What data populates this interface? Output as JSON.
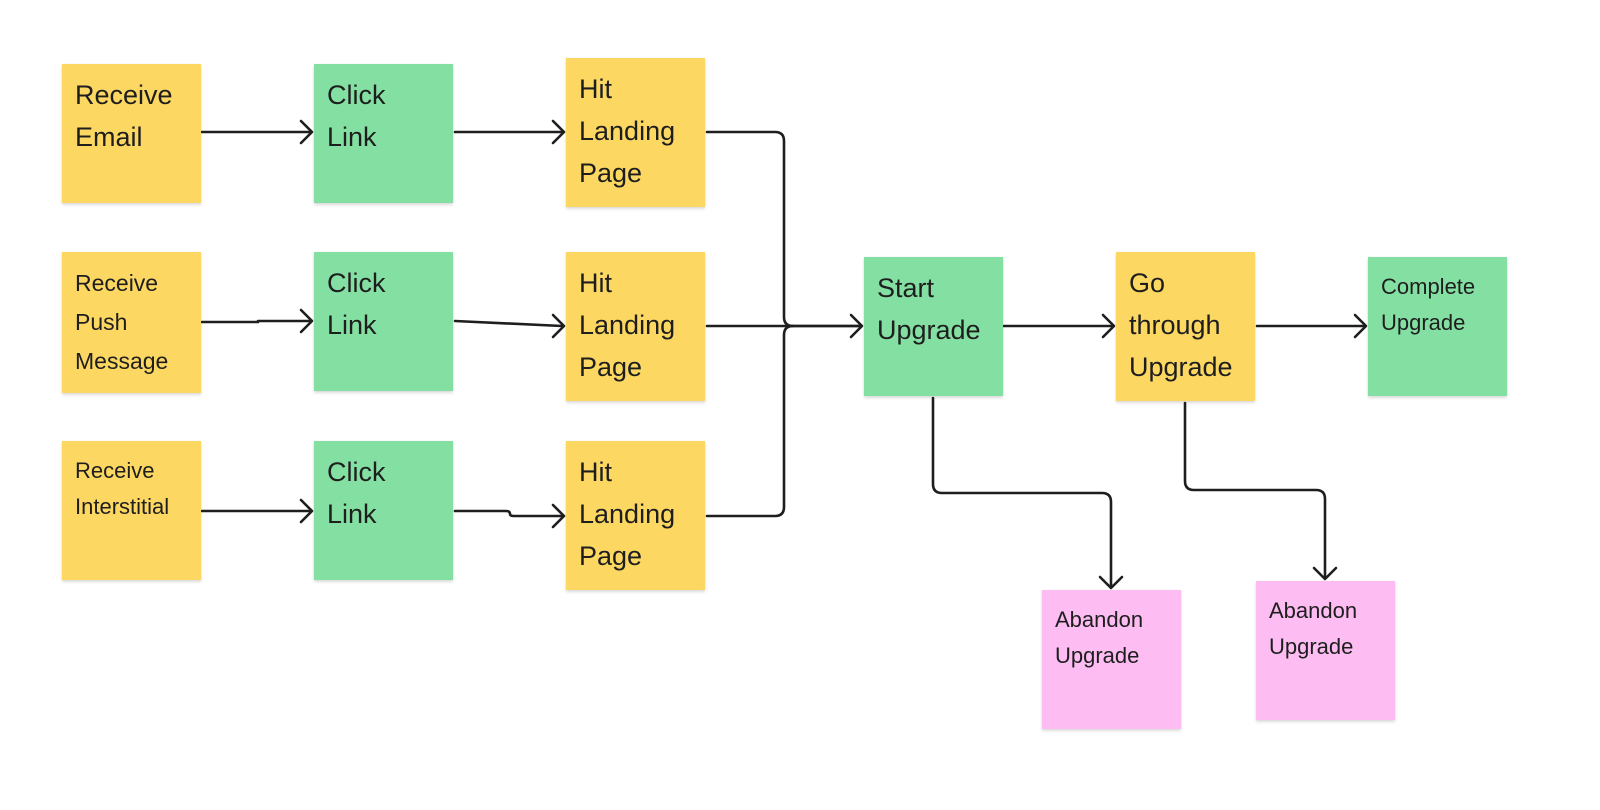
{
  "colors": {
    "yellow": "#fcd863",
    "green": "#84e0a2",
    "pink": "#fdbdf2",
    "connector": "#1e1e1e"
  },
  "notes": {
    "receive_email": "Receive\nEmail",
    "receive_push": "Receive\nPush\nMessage",
    "receive_interstitial": "Receive\nInterstitial",
    "click_link_1": "Click\nLink",
    "click_link_2": "Click\nLink",
    "click_link_3": "Click\nLink",
    "hit_landing_1": "Hit\nLanding\nPage",
    "hit_landing_2": "Hit\nLanding\nPage",
    "hit_landing_3": "Hit\nLanding\nPage",
    "start_upgrade": "Start\nUpgrade",
    "go_through_upgrade": "Go\nthrough\nUpgrade",
    "complete_upgrade": "Complete\nUpgrade",
    "abandon_upgrade_1": "Abandon\nUpgrade",
    "abandon_upgrade_2": "Abandon\nUpgrade"
  },
  "connections": [
    {
      "from": "receive_email",
      "to": "click_link_1"
    },
    {
      "from": "click_link_1",
      "to": "hit_landing_1"
    },
    {
      "from": "receive_push",
      "to": "click_link_2"
    },
    {
      "from": "click_link_2",
      "to": "hit_landing_2"
    },
    {
      "from": "receive_interstitial",
      "to": "click_link_3"
    },
    {
      "from": "click_link_3",
      "to": "hit_landing_3"
    },
    {
      "from": "hit_landing_1",
      "to": "start_upgrade"
    },
    {
      "from": "hit_landing_2",
      "to": "start_upgrade"
    },
    {
      "from": "hit_landing_3",
      "to": "start_upgrade"
    },
    {
      "from": "start_upgrade",
      "to": "go_through_upgrade"
    },
    {
      "from": "go_through_upgrade",
      "to": "complete_upgrade"
    },
    {
      "from": "start_upgrade",
      "to": "abandon_upgrade_1"
    },
    {
      "from": "go_through_upgrade",
      "to": "abandon_upgrade_2"
    }
  ]
}
